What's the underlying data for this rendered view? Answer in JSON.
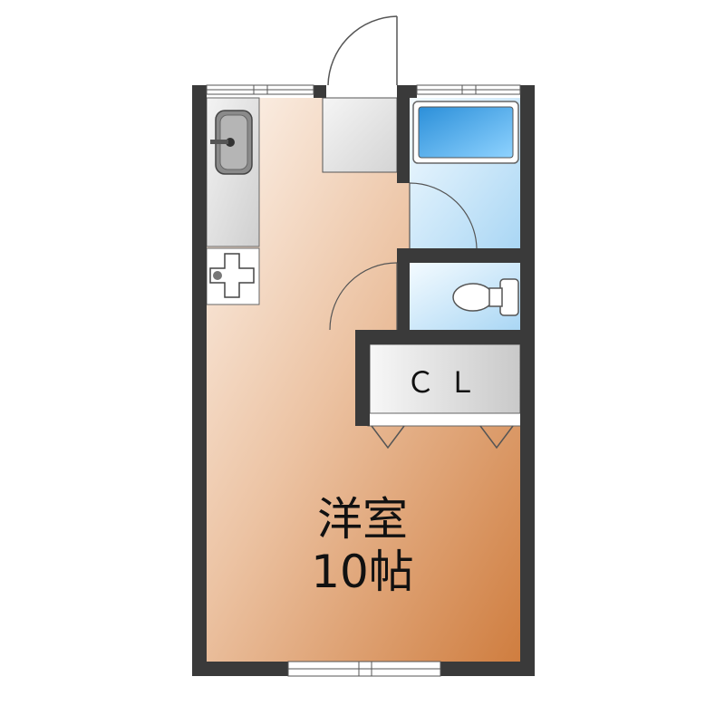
{
  "floorplan": {
    "room": {
      "name": "洋室",
      "size": "10帖"
    },
    "closet": {
      "label": "ＣＬ"
    }
  },
  "colors": {
    "wall": "#3a3a3a",
    "room_light": "#fbf1e8",
    "room_dark": "#cf7d3f",
    "bath_light": "#d7ecfb",
    "bath_dark": "#9fd0f2",
    "tub": "#3b9fe3",
    "counter": "#d9d9d9"
  },
  "icons": [
    "sink-icon",
    "stove-icon",
    "bathtub-icon",
    "toilet-icon",
    "door-swing-icon",
    "window-icon"
  ]
}
